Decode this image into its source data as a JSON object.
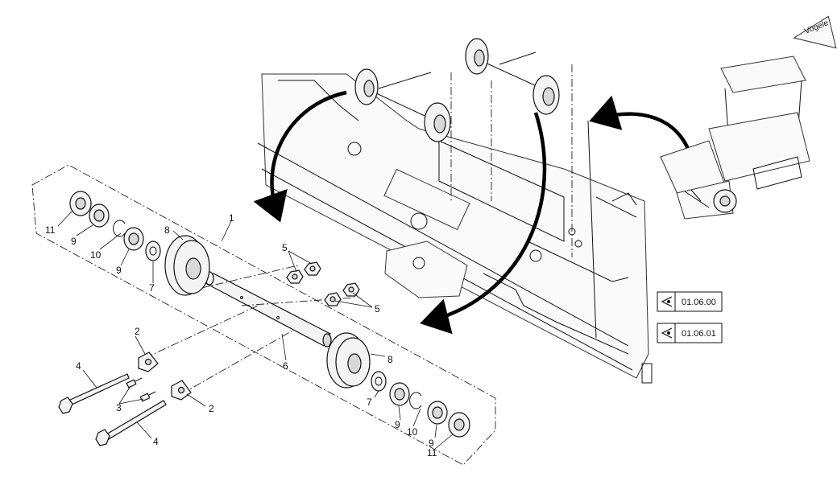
{
  "diagram": {
    "brand_logo": "Vögele",
    "callouts": {
      "c1": "1",
      "c2a": "2",
      "c2b": "2",
      "c3": "3",
      "c4a": "4",
      "c4b": "4",
      "c5a": "5",
      "c5b": "5",
      "c6": "6",
      "c7a": "7",
      "c7b": "7",
      "c8a": "8",
      "c8b": "8",
      "c9a": "9",
      "c9b": "9",
      "c9c": "9",
      "c9d": "9",
      "c10a": "10",
      "c10b": "10",
      "c11a": "11",
      "c11b": "11"
    },
    "references": [
      {
        "code": "01.06.00",
        "icon": "eye-arrow-icon"
      },
      {
        "code": "01.06.01",
        "icon": "eye-arrow-icon"
      }
    ]
  }
}
